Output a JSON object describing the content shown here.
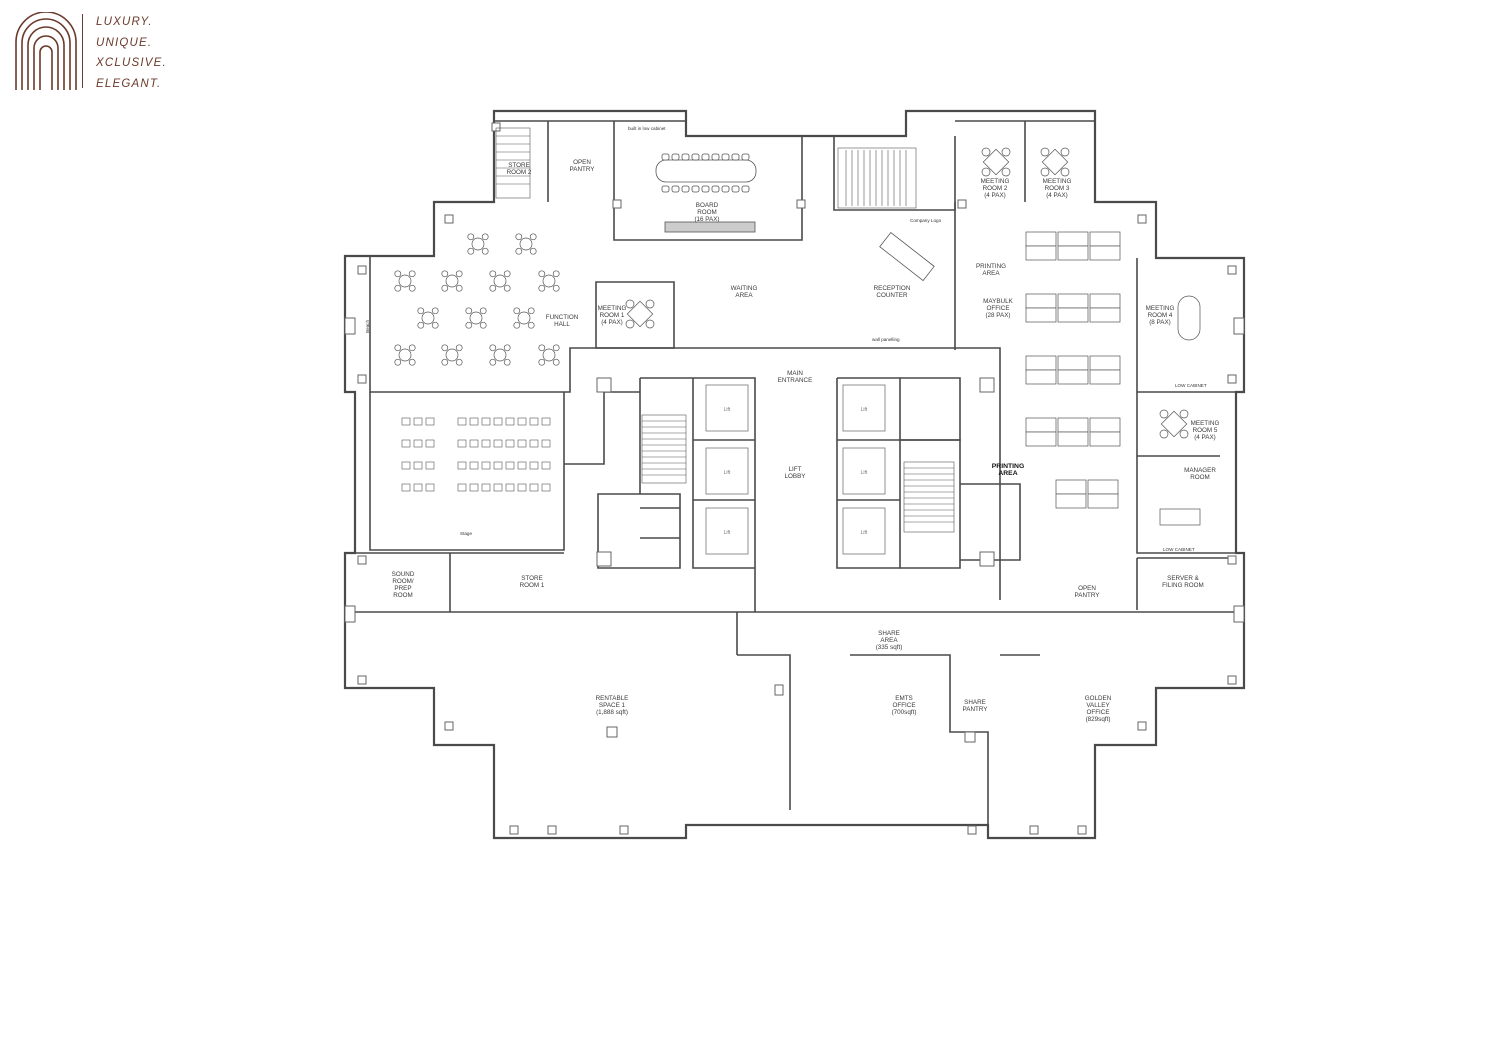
{
  "brand": {
    "color": "#6b3a2a",
    "words": [
      "LUXURY.",
      "UNIQUE.",
      "XCLUSIVE.",
      "ELEGANT."
    ]
  },
  "plan": {
    "wall_color": "#4a4a4a",
    "rooms": {
      "store_room_2": [
        "STORE",
        "ROOM 2"
      ],
      "open_pantry_top": [
        "OPEN",
        "PANTRY"
      ],
      "board_room": [
        "BOARD",
        "ROOM",
        "(16 PAX)"
      ],
      "meeting_room_2": [
        "MEETING",
        "ROOM 2",
        "(4 PAX)"
      ],
      "meeting_room_3": [
        "MEETING",
        "ROOM 3",
        "(4 PAX)"
      ],
      "printing_area_top": [
        "PRINTING",
        "AREA"
      ],
      "maybulk_office": [
        "MAYBULK",
        "OFFICE",
        "(28 PAX)"
      ],
      "reception_counter": [
        "RECEPTION",
        "COUNTER"
      ],
      "waiting_area": [
        "WAITING",
        "AREA"
      ],
      "meeting_room_1": [
        "MEETING",
        "ROOM 1",
        "(4 PAX)"
      ],
      "function_hall": [
        "FUNCTION",
        "HALL"
      ],
      "main_entrance": [
        "MAIN",
        "ENTRANCE"
      ],
      "lift_lobby": [
        "LIFT",
        "LOBBY"
      ],
      "meeting_room_4": [
        "MEETING",
        "ROOM 4",
        "(8 PAX)"
      ],
      "meeting_room_5": [
        "MEETING",
        "ROOM 5",
        "(4 PAX)"
      ],
      "manager_room": [
        "MANAGER",
        "ROOM"
      ],
      "printing_area_mid": [
        "PRINTING",
        "AREA"
      ],
      "sound_room": [
        "SOUND",
        "ROOM/",
        "PREP",
        "ROOM"
      ],
      "store_room_1": [
        "STORE",
        "ROOM 1"
      ],
      "open_pantry_right": [
        "OPEN",
        "PANTRY"
      ],
      "server_filing": [
        "SERVER &",
        "FILING ROOM"
      ],
      "share_area": [
        "SHARE",
        "AREA",
        "(335 sqft)"
      ],
      "rentable_space_1": [
        "RENTABLE",
        "SPACE 1",
        "(1,888 sqft)"
      ],
      "emts_office": [
        "EMTS",
        "OFFICE",
        "(700sqft)"
      ],
      "share_pantry": [
        "SHARE",
        "PANTRY"
      ],
      "golden_valley_office": [
        "GOLDEN",
        "VALLEY",
        "OFFICE",
        "(829sqft)"
      ]
    },
    "notes": {
      "built_in": "built in low cabinet",
      "company_logo": "Company Logo",
      "wall_panelling": "wall panelling",
      "stage": "Stage",
      "low_cabinet_1": "LOW CABINET",
      "low_cabinet_2": "LOW CABINET",
      "lift": "Lift",
      "beach": "Beach"
    }
  }
}
